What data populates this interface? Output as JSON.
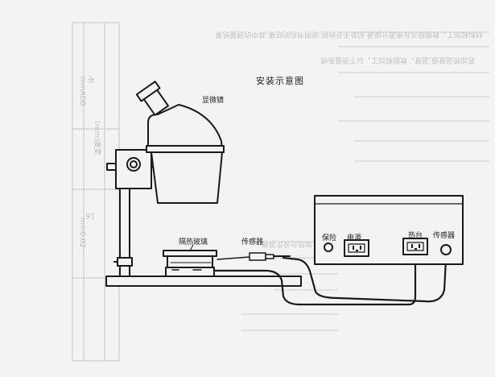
{
  "diagram": {
    "title": "安装示意图",
    "labels": {
      "microscope": "显微镜",
      "heating_glass": "隔热玻璃",
      "sensor_probe": "传感器",
      "insurance": "保险",
      "power": "电源",
      "hot_stage": "热台",
      "sensor_port": "传感器"
    }
  },
  "background_text": {
    "table_cells": [
      "号",
      "mmADB",
      "(mm)度宽",
      "16",
      "mm0.02"
    ],
    "bleed_lines": [
      "材料和加工，数据提示及电源分接通,前处于开始前,说明书后的结果,其中的测量结果",
      "若加热温度值,温度，数据和加工，以下测量系统",
      "本数据描述如下，加热台设定温度"
    ]
  },
  "colors": {
    "line": "#1a1a1a",
    "paper": "#f3f3f1",
    "bleed": "#b9b9b9"
  }
}
